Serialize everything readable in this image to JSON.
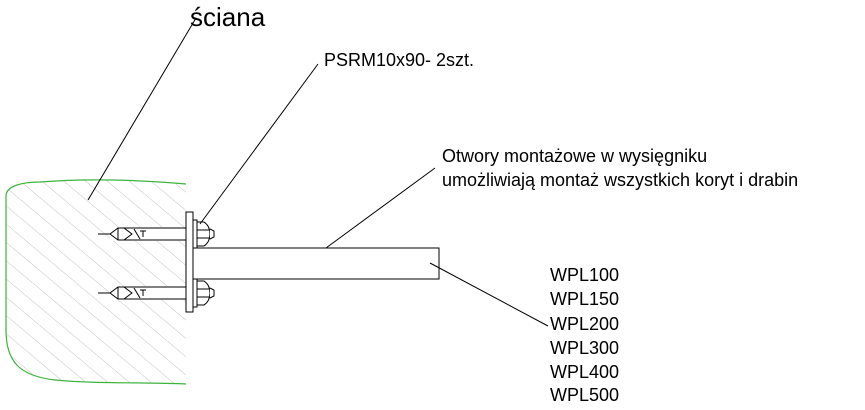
{
  "diagram": {
    "wall_label": "ściana",
    "anchor_label": "PSRM10x90- 2szt.",
    "holes_note": {
      "line1": "Otwory montażowe w wysięgniku",
      "line2": "umożliwiają montaż wszystkich koryt i drabin"
    },
    "models": [
      "WPL100",
      "WPL150",
      "WPL200",
      "WPL300",
      "WPL400",
      "WPL500"
    ],
    "colors": {
      "wall_outline": "#3cb43c",
      "hatch": "#8a8a8a",
      "line": "#000000"
    }
  }
}
